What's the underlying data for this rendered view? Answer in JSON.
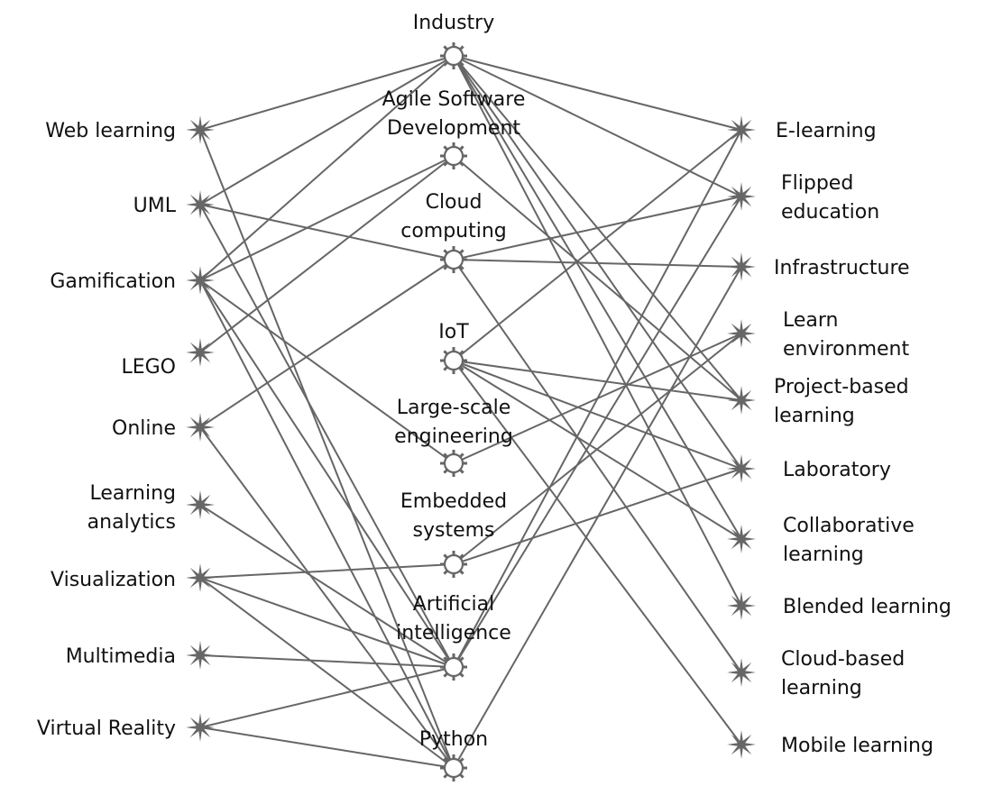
{
  "diagram": {
    "left_nodes": [
      {
        "id": "web_learning",
        "label": "Web learning",
        "lines": [
          "Web learning"
        ]
      },
      {
        "id": "uml",
        "label": "UML",
        "lines": [
          "UML"
        ]
      },
      {
        "id": "gamification",
        "label": "Gamification",
        "lines": [
          "Gamification"
        ]
      },
      {
        "id": "lego",
        "label": "LEGO",
        "lines": [
          "LEGO"
        ]
      },
      {
        "id": "online",
        "label": "Online",
        "lines": [
          "Online"
        ]
      },
      {
        "id": "learning_analytics",
        "label": "Learning analytics",
        "lines": [
          "Learning",
          "analytics"
        ]
      },
      {
        "id": "visualization",
        "label": "Visualization",
        "lines": [
          "Visualization"
        ]
      },
      {
        "id": "multimedia",
        "label": "Multimedia",
        "lines": [
          "Multimedia"
        ]
      },
      {
        "id": "virtual_reality",
        "label": "Virtual Reality",
        "lines": [
          "Virtual Reality"
        ]
      }
    ],
    "center_nodes": [
      {
        "id": "industry",
        "label": "Industry",
        "lines": [
          "Industry"
        ]
      },
      {
        "id": "agile",
        "label": "Agile Software Development",
        "lines": [
          "Agile Software",
          "Development"
        ]
      },
      {
        "id": "cloud_computing",
        "label": "Cloud computing",
        "lines": [
          "Cloud",
          "computing"
        ]
      },
      {
        "id": "iot",
        "label": "IoT",
        "lines": [
          "IoT"
        ]
      },
      {
        "id": "large_scale",
        "label": "Large-scale engineering",
        "lines": [
          "Large-scale",
          "engineering"
        ]
      },
      {
        "id": "embedded",
        "label": "Embedded systems",
        "lines": [
          "Embedded",
          "systems"
        ]
      },
      {
        "id": "ai",
        "label": "Artificial intelligence",
        "lines": [
          "Artificial",
          "intelligence"
        ]
      },
      {
        "id": "python",
        "label": "Python",
        "lines": [
          "Python"
        ]
      }
    ],
    "right_nodes": [
      {
        "id": "e_learning",
        "label": "E-learning",
        "lines": [
          "E-learning"
        ]
      },
      {
        "id": "flipped",
        "label": "Flipped education",
        "lines": [
          "Flipped",
          "education"
        ]
      },
      {
        "id": "infrastructure",
        "label": "Infrastructure",
        "lines": [
          "Infrastructure"
        ]
      },
      {
        "id": "learn_env",
        "label": "Learn environment",
        "lines": [
          "Learn",
          "environment"
        ]
      },
      {
        "id": "pbl",
        "label": "Project-based learning",
        "lines": [
          "Project-based",
          "learning"
        ]
      },
      {
        "id": "laboratory",
        "label": "Laboratory",
        "lines": [
          "Laboratory"
        ]
      },
      {
        "id": "collaborative",
        "label": "Collaborative learning",
        "lines": [
          "Collaborative",
          "learning"
        ]
      },
      {
        "id": "blended",
        "label": "Blended learning",
        "lines": [
          "Blended learning"
        ]
      },
      {
        "id": "cloud_based",
        "label": "Cloud-based learning",
        "lines": [
          "Cloud-based",
          "learning"
        ]
      },
      {
        "id": "mobile",
        "label": "Mobile learning",
        "lines": [
          "Mobile learning"
        ]
      }
    ],
    "edges": [
      [
        "web_learning",
        "industry"
      ],
      [
        "web_learning",
        "python"
      ],
      [
        "uml",
        "industry"
      ],
      [
        "uml",
        "cloud_computing"
      ],
      [
        "uml",
        "ai"
      ],
      [
        "gamification",
        "industry"
      ],
      [
        "gamification",
        "agile"
      ],
      [
        "gamification",
        "large_scale"
      ],
      [
        "gamification",
        "ai"
      ],
      [
        "gamification",
        "python"
      ],
      [
        "lego",
        "agile"
      ],
      [
        "online",
        "cloud_computing"
      ],
      [
        "online",
        "python"
      ],
      [
        "learning_analytics",
        "ai"
      ],
      [
        "visualization",
        "embedded"
      ],
      [
        "visualization",
        "ai"
      ],
      [
        "visualization",
        "python"
      ],
      [
        "multimedia",
        "ai"
      ],
      [
        "virtual_reality",
        "ai"
      ],
      [
        "virtual_reality",
        "python"
      ],
      [
        "industry",
        "e_learning"
      ],
      [
        "industry",
        "flipped"
      ],
      [
        "industry",
        "pbl"
      ],
      [
        "industry",
        "laboratory"
      ],
      [
        "industry",
        "collaborative"
      ],
      [
        "industry",
        "blended"
      ],
      [
        "agile",
        "pbl"
      ],
      [
        "cloud_computing",
        "flipped"
      ],
      [
        "cloud_computing",
        "infrastructure"
      ],
      [
        "cloud_computing",
        "cloud_based"
      ],
      [
        "iot",
        "e_learning"
      ],
      [
        "iot",
        "pbl"
      ],
      [
        "iot",
        "laboratory"
      ],
      [
        "iot",
        "collaborative"
      ],
      [
        "iot",
        "mobile"
      ],
      [
        "large_scale",
        "learn_env"
      ],
      [
        "embedded",
        "learn_env"
      ],
      [
        "embedded",
        "laboratory"
      ],
      [
        "ai",
        "e_learning"
      ],
      [
        "ai",
        "flipped"
      ],
      [
        "python",
        "infrastructure"
      ]
    ],
    "colors": {
      "edge": "#666666",
      "node": "#666666",
      "text": "#111111"
    },
    "icons": {
      "left": "asterisk-star-icon",
      "center": "gear-icon",
      "right": "asterisk-star-icon"
    }
  }
}
